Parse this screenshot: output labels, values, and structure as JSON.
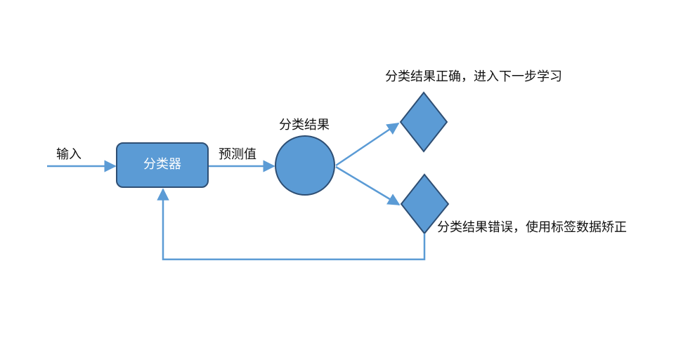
{
  "diagram": {
    "input_label": "输入",
    "classifier_label": "分类器",
    "prediction_label": "预测值",
    "result_label": "分类结果",
    "correct_label": "分类结果正确，进入下一步学习",
    "wrong_label": "分类结果错误，使用标签数据矫正"
  },
  "colors": {
    "fill": "#5b9bd5",
    "stroke": "#2e4e73",
    "arrow": "#5b9bd5",
    "box_text": "#ffffff",
    "text": "#111111"
  }
}
